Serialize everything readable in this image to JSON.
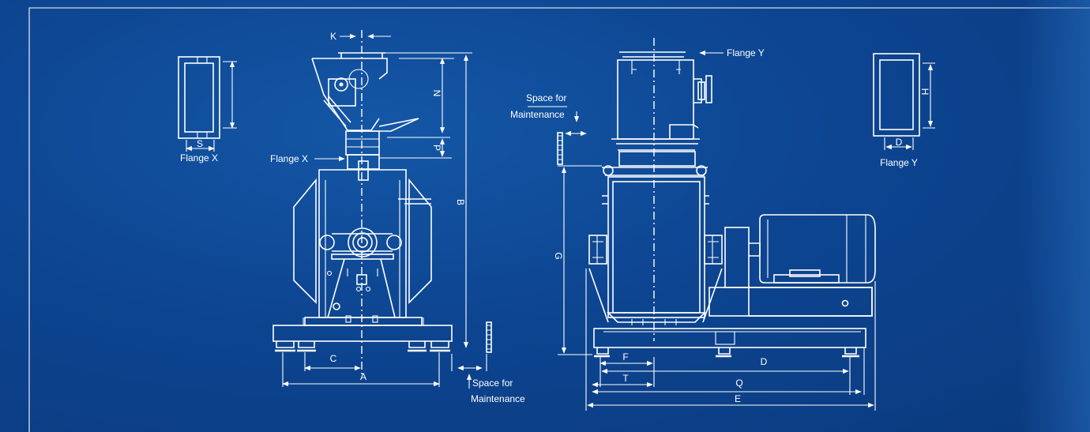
{
  "colors": {
    "background": "#0d4591",
    "line": "#ffffff"
  },
  "labels": {
    "k": "K",
    "n": "N",
    "p": "P",
    "b": "B",
    "c": "C",
    "a": "A",
    "s": "S",
    "flange_x_left": "Flange X",
    "flange_x_mid": "Flange X",
    "space_left_1": "Space for",
    "space_left_2": "Maintenance",
    "space_right_1": "Space for",
    "space_right_2": "Maintenance",
    "flange_y_top": "Flange Y",
    "flange_y_right": "Flange Y",
    "h": "H",
    "d_small": "D",
    "g": "G",
    "f": "F",
    "d": "D",
    "t": "T",
    "q": "Q",
    "e": "E"
  }
}
